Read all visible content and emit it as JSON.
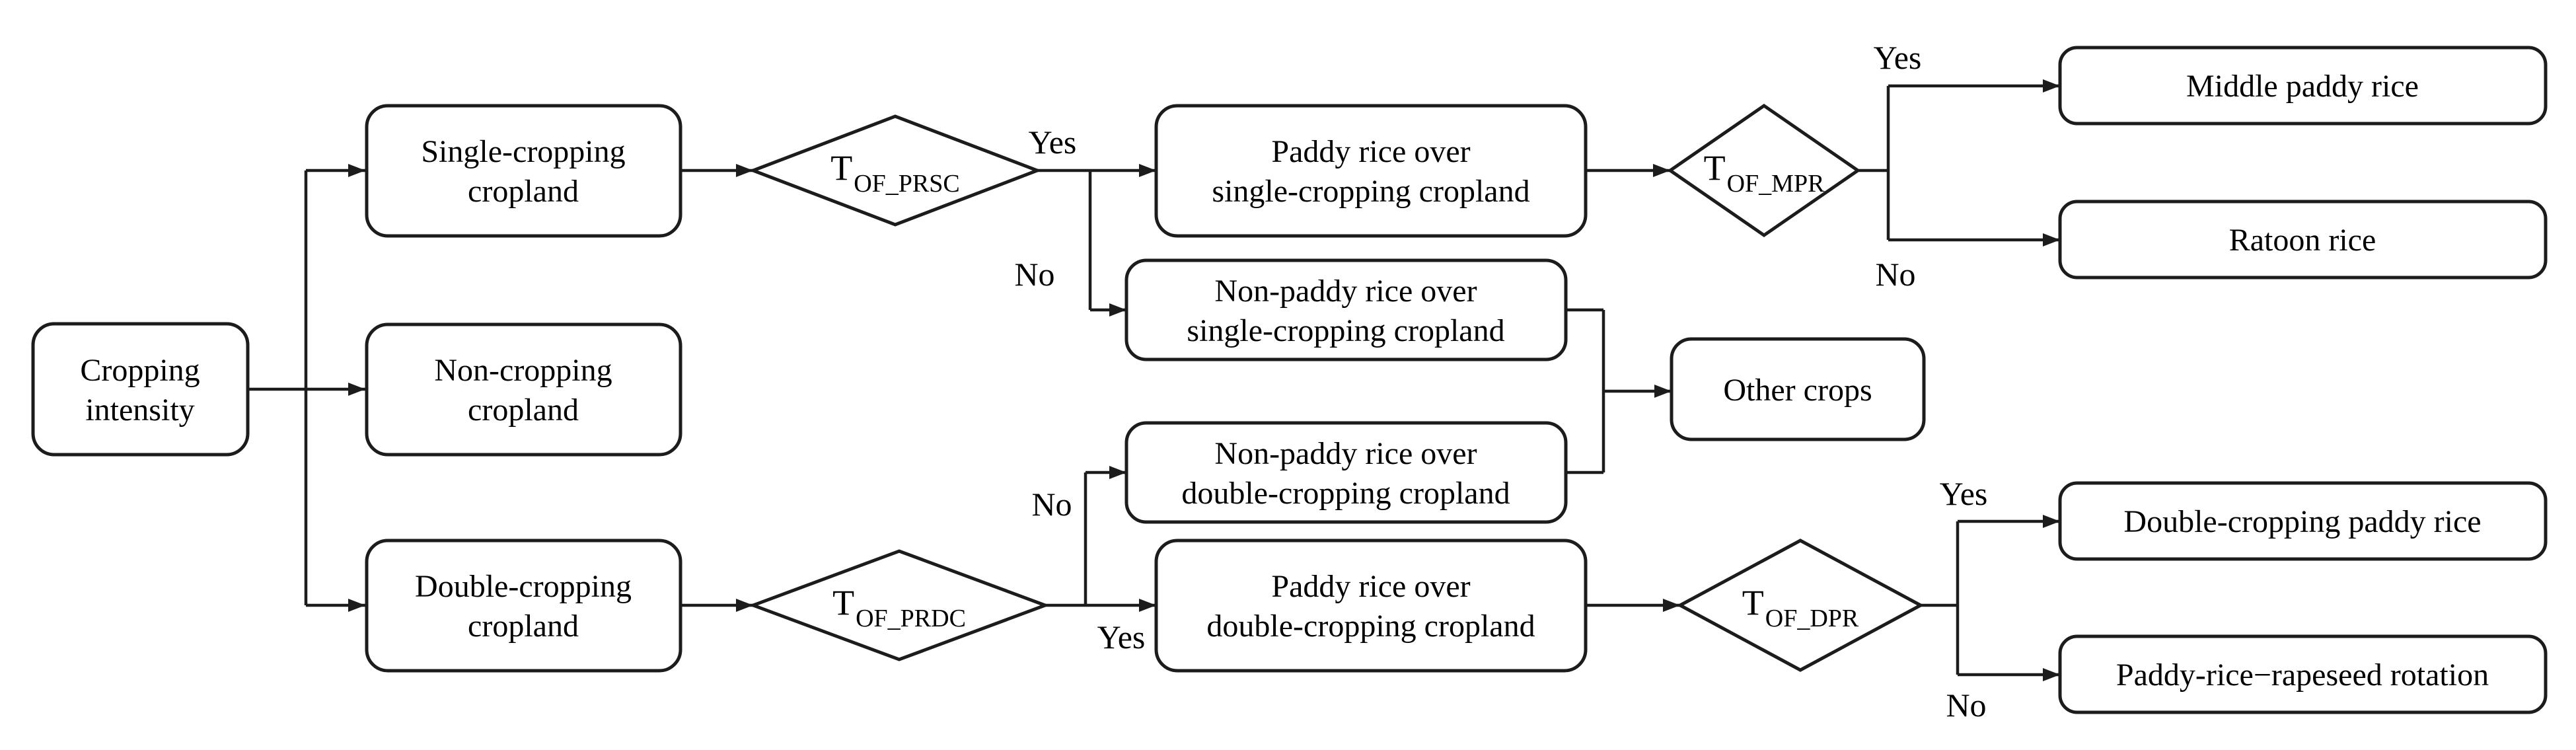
{
  "figure": {
    "background_color": "#ffffff",
    "line_color": "#1c1c1c",
    "text_color": "#000000",
    "nodes": {
      "cropping_intensity": {
        "lines": [
          "Cropping",
          "intensity"
        ]
      },
      "single_cropping_cropland": {
        "lines": [
          "Single-cropping",
          "cropland"
        ]
      },
      "non_cropping_cropland": {
        "lines": [
          "Non-cropping",
          "cropland"
        ]
      },
      "double_cropping_cropland": {
        "lines": [
          "Double-cropping",
          "cropland"
        ]
      },
      "paddy_rice_over_single": {
        "lines": [
          "Paddy rice over",
          "single-cropping cropland"
        ]
      },
      "non_paddy_rice_over_single": {
        "lines": [
          "Non-paddy rice over",
          "single-cropping cropland"
        ]
      },
      "non_paddy_rice_over_double": {
        "lines": [
          "Non-paddy rice over",
          "double-cropping cropland"
        ]
      },
      "paddy_rice_over_double": {
        "lines": [
          "Paddy rice over",
          "double-cropping cropland"
        ]
      },
      "other_crops": {
        "lines": [
          "Other crops"
        ]
      },
      "middle_paddy_rice": {
        "lines": [
          "Middle paddy rice"
        ]
      },
      "ratoon_rice": {
        "lines": [
          "Ratoon rice"
        ]
      },
      "double_cropping_paddy_rice": {
        "lines": [
          "Double-cropping paddy rice"
        ]
      },
      "paddy_rice_rapeseed_rotation": {
        "lines": [
          "Paddy-rice−rapeseed rotation"
        ]
      }
    },
    "decisions": {
      "prsc": {
        "symbol": "T",
        "subscript": "OF_PRSC"
      },
      "prdc": {
        "symbol": "T",
        "subscript": "OF_PRDC"
      },
      "mpr": {
        "symbol": "T",
        "subscript": "OF_MPR"
      },
      "dpr": {
        "symbol": "T",
        "subscript": "OF_DPR"
      }
    },
    "edge_labels": {
      "yes": "Yes",
      "no": "No"
    }
  }
}
